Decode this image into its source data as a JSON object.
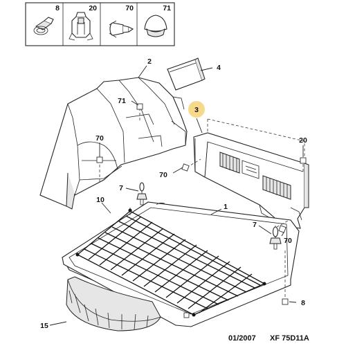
{
  "legend": [
    {
      "number": "8",
      "icon": "hook-clip-icon"
    },
    {
      "number": "20",
      "icon": "retaining-clip-icon"
    },
    {
      "number": "70",
      "icon": "push-rivet-icon"
    },
    {
      "number": "71",
      "icon": "trim-plug-icon"
    }
  ],
  "callouts": {
    "c1": "1",
    "c2": "2",
    "c3": "3",
    "c4": "4",
    "c7a": "7",
    "c7b": "7",
    "c8": "8",
    "c10": "10",
    "c15": "15",
    "c20": "20",
    "c70a": "70",
    "c70b": "70",
    "c70c": "70",
    "c71": "71"
  },
  "highlight_color": "#f6d98a",
  "footer": {
    "date": "01/2007",
    "code": "XF 75D11A"
  }
}
